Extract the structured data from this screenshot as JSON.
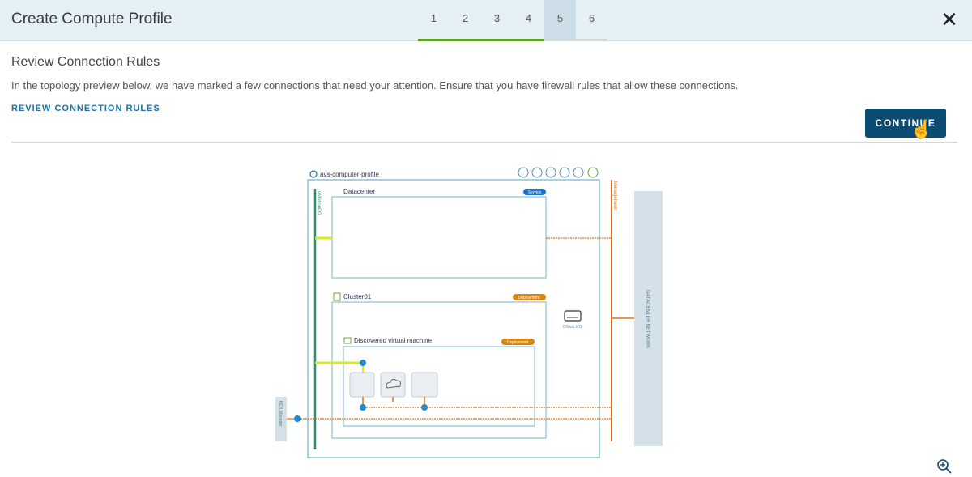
{
  "header": {
    "title": "Create Compute Profile",
    "steps": [
      "1",
      "2",
      "3",
      "4",
      "5",
      "6"
    ],
    "active_step": "5",
    "close_icon": "close-icon"
  },
  "main": {
    "subtitle": "Review Connection Rules",
    "description": "In the topology preview below, we have marked a few connections that need your attention. Ensure that you have firewall rules that allow these connections.",
    "review_link": "REVIEW CONNECTION RULES",
    "continue_label": "CONTINUE"
  },
  "topology": {
    "profile_name": "avs-computer-profile",
    "datacenter_label": "Datacenter",
    "service_badge": "Service",
    "cluster_label": "Cluster01",
    "cluster_badge": "Deployment",
    "vm_label": "Discovered virtual machine",
    "vm_badge": "Deployment",
    "vmotion_label": "vMotionPG",
    "management_label": "Management",
    "dswitch_label": "DSwitch01",
    "datacenter_network_label": "DATACENTER NETWORK",
    "hcx_manager_label": "HCX Manager"
  },
  "colors": {
    "accent": "#0b4c72",
    "link": "#1b73a6",
    "step_done": "#5aa220",
    "topo_border": "#8cc0d8",
    "management": "#e07020",
    "vmotion_line": "#2e8b6d",
    "highlight": "#d8ea1a",
    "badge_blue": "#1a73c9",
    "badge_orange": "#d8860e"
  },
  "footer": {
    "zoom_icon": "zoom-in-icon"
  }
}
